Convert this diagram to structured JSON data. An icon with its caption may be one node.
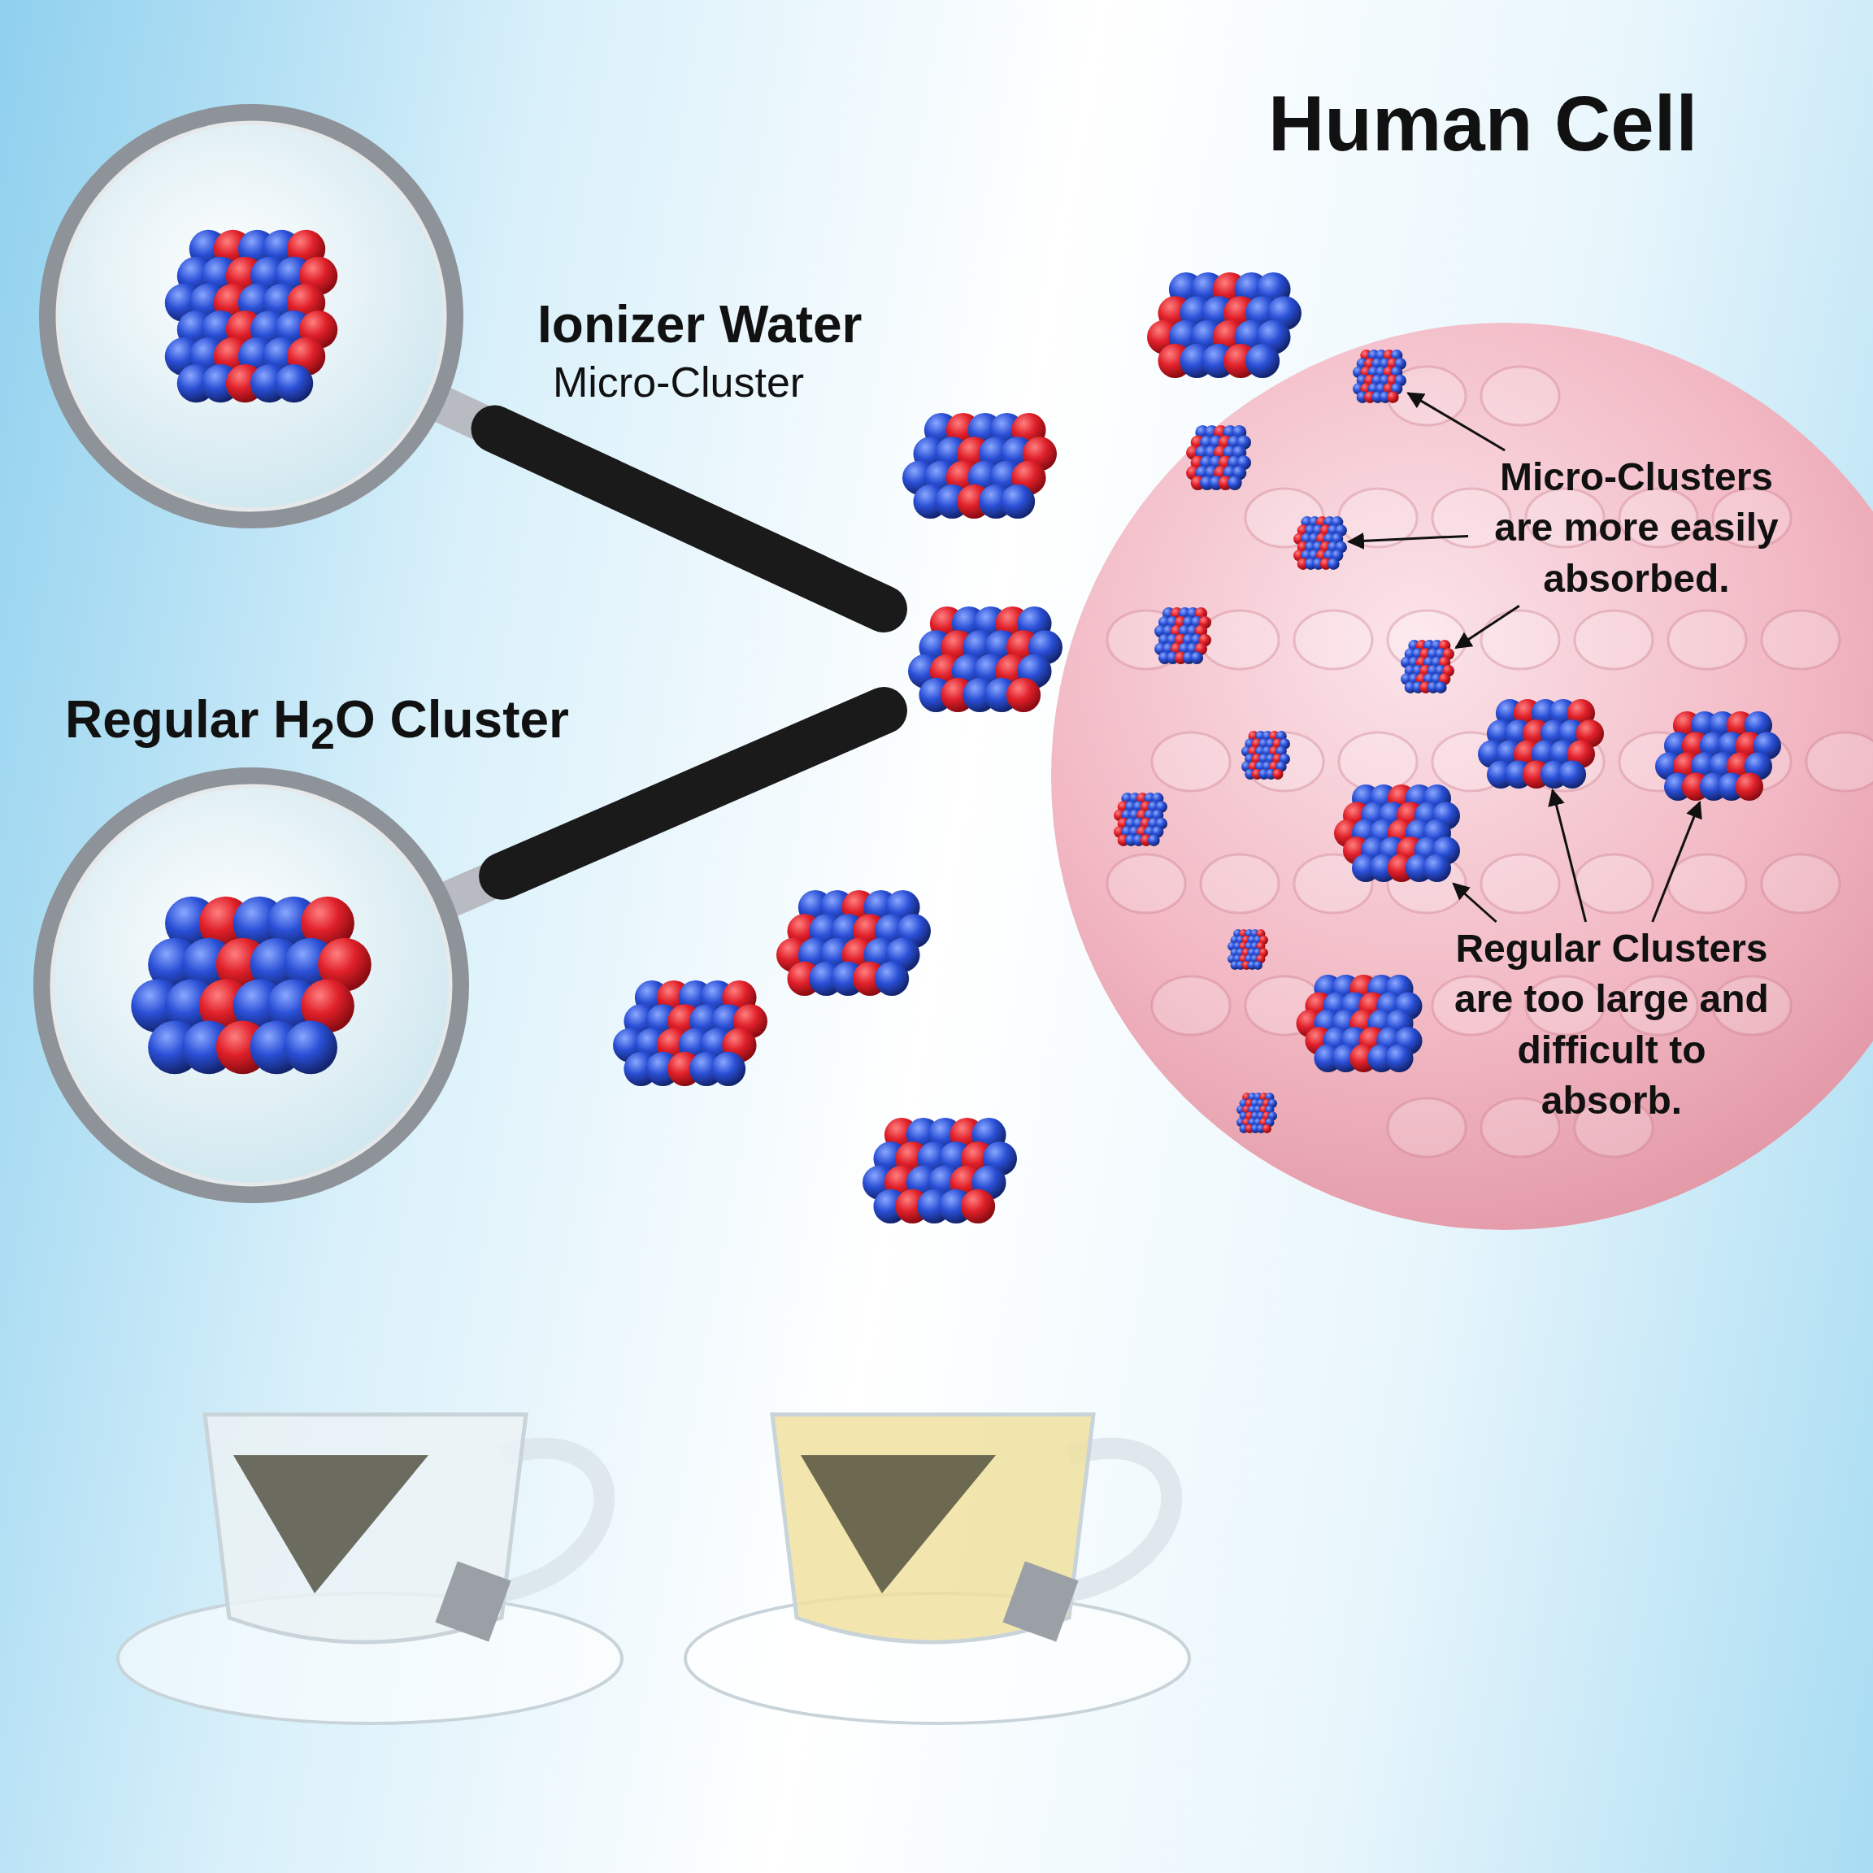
{
  "diagram": {
    "nodes": [
      {
        "text": [
          "Human Cell"
        ]
      },
      {
        "text": [
          "Micro-Clusters are more easily absorbed."
        ],
        "in": 0
      },
      {
        "text": [],
        "shape": "picture",
        "in": 0
      },
      {
        "text": [],
        "shape": "picture",
        "in": 0
      },
      {
        "text": [],
        "shape": "picture",
        "in": 0
      },
      {
        "text": [
          "Regular Clusters are too large and difficult to absorb."
        ],
        "in": 0
      },
      {
        "text": [],
        "shape": "picture",
        "in": 0
      },
      {
        "text": [],
        "shape": "picture",
        "in": 0
      },
      {
        "text": [],
        "shape": "picture",
        "in": 0
      }
    ],
    "edges": [
      {
        "from": 1,
        "to": 2,
        "arrow": "to"
      },
      {
        "from": 1,
        "to": 3,
        "arrow": "to"
      },
      {
        "from": 1,
        "to": 4,
        "arrow": "to"
      },
      {
        "from": 5,
        "to": 6,
        "arrow": "to"
      },
      {
        "from": 5,
        "to": 7,
        "arrow": "to"
      },
      {
        "from": 5,
        "to": 8,
        "arrow": "to"
      }
    ],
    "labels": [
      "Ionizer Water",
      "Micro-Cluster",
      "Regular H$_{2}$O Cluster"
    ]
  }
}
